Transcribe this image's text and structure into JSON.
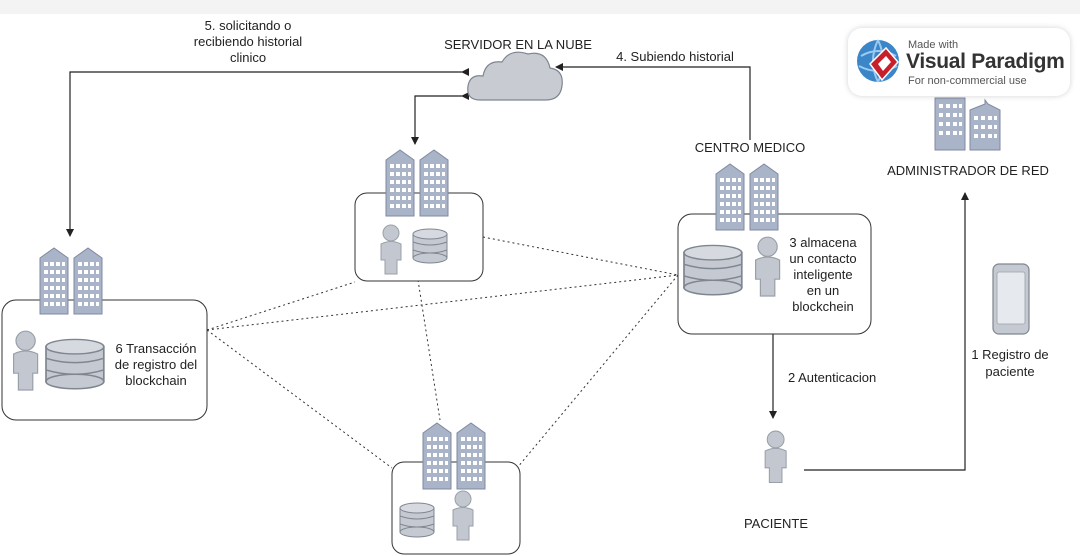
{
  "labels": {
    "cloud": "SERVIDOR EN LA NUBE",
    "request_line1": "5. solicitando o",
    "request_line2": "recibiendo historial",
    "request_line3": "clinico",
    "upload": "4. Subiendo historial",
    "medical_center": "CENTRO MEDICO",
    "admin": "ADMINISTRADOR DE RED",
    "contract_line1": "3 almacena",
    "contract_line2": "un contacto",
    "contract_line3": "inteligente",
    "contract_line4": "en un",
    "contract_line5": "blockchein",
    "transaction_line1": "6 Transacción",
    "transaction_line2": "de registro del",
    "transaction_line3": "blockchain",
    "auth": "2 Autenticacion",
    "register_line1": "1 Registro de",
    "register_line2": "paciente",
    "patient": "PACIENTE"
  },
  "watermark": {
    "line1": "Made with",
    "line2": "Visual Paradigm",
    "line3": "For non-commercial use"
  },
  "colors": {
    "building": "#a9b4c8",
    "building_stroke": "#7f8aa0",
    "person": "#c3c8d0",
    "cloud": "#c8ccd2",
    "db": "#c5cad2"
  }
}
